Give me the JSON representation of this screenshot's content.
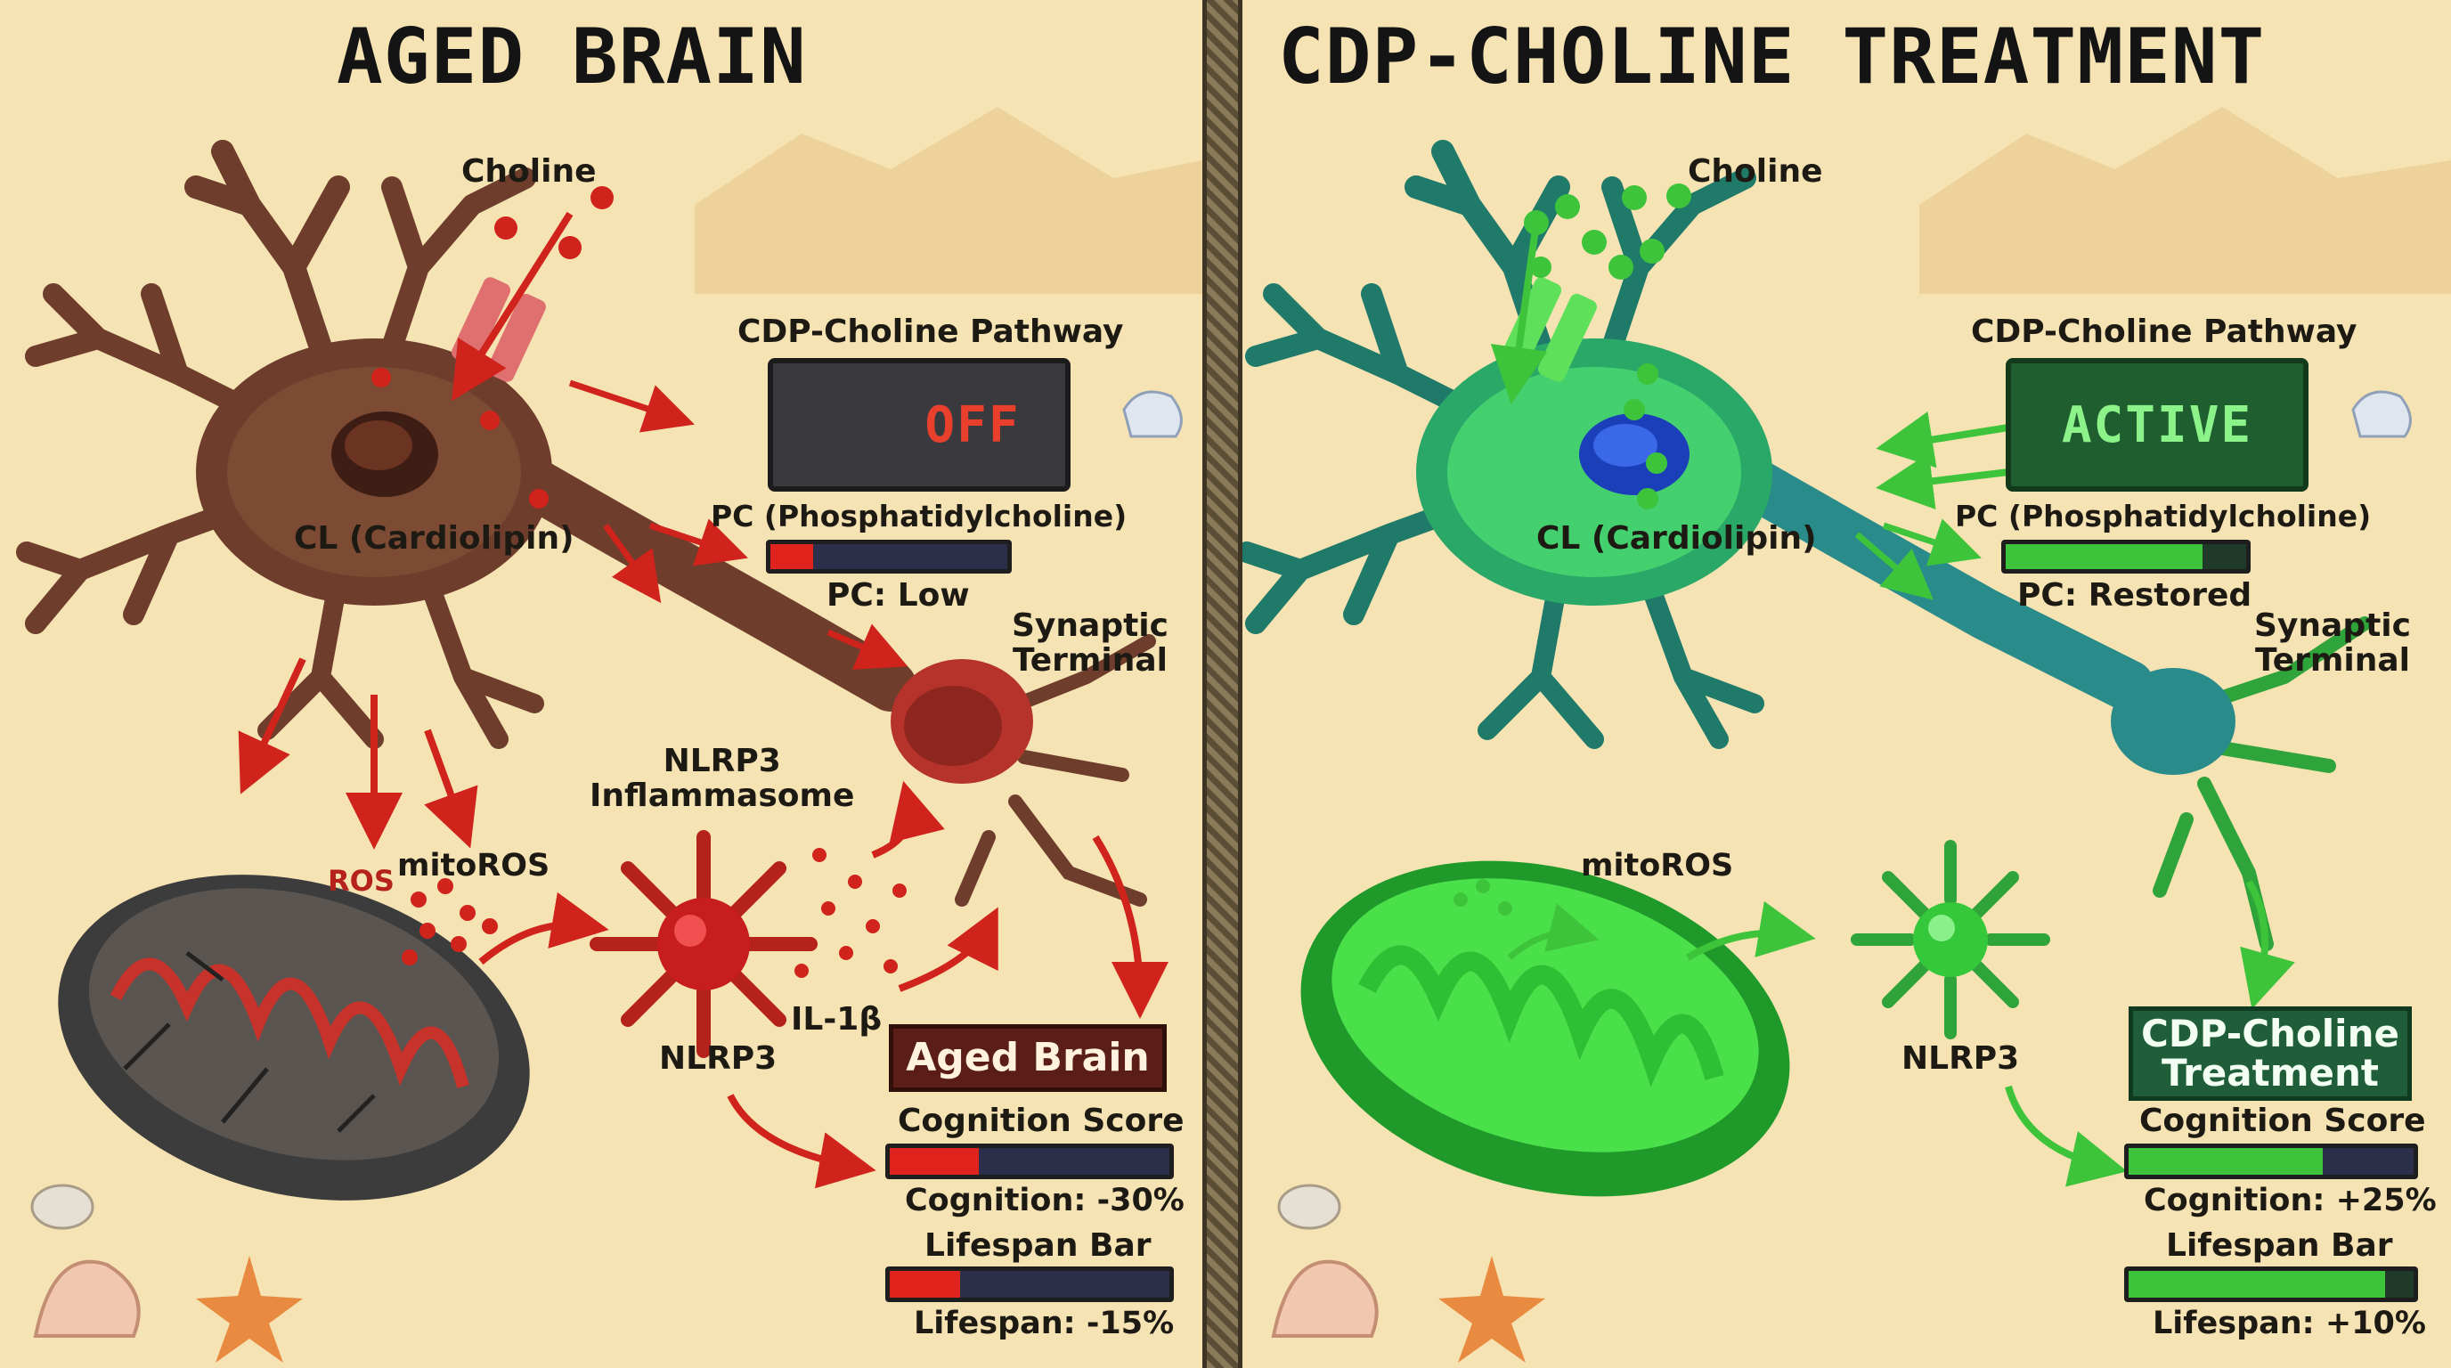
{
  "colors": {
    "background": "#f6e3b4",
    "aged_fill": "#e0231c",
    "treatment_fill": "#3ec43a",
    "off_text": "#e8402c",
    "active_text": "#8cf28a"
  },
  "left": {
    "title": "AGED BRAIN",
    "choline": "Choline",
    "pathway_label": "CDP-Choline Pathway",
    "pathway_status": "OFF",
    "pc_label": "PC (Phosphatidylcholine)",
    "pc_level": 0.18,
    "pc_status": "PC: Low",
    "cl_label": "CL (Cardiolipin)",
    "synaptic_terminal": "Synaptic\nTerminal",
    "nlrp3_inflammasome": "NLRP3\nInflammasome",
    "ros": "ROS",
    "mitoros": "mitoROS",
    "nlrp3": "NLRP3",
    "il1b": "IL-1β",
    "badge": "Aged Brain",
    "cognition_label": "Cognition Score",
    "cognition_level": 0.32,
    "cognition_value": "Cognition: -30%",
    "lifespan_label": "Lifespan Bar",
    "lifespan_level": 0.25,
    "lifespan_value": "Lifespan: -15%"
  },
  "right": {
    "title": "CDP-CHOLINE TREATMENT",
    "choline": "Choline",
    "pathway_label": "CDP-Choline Pathway",
    "pathway_status": "ACTIVE",
    "pc_label": "PC (Phosphatidylcholine)",
    "pc_level": 0.82,
    "pc_status": "PC: Restored",
    "cl_label": "CL (Cardiolipin)",
    "synaptic_terminal": "Synaptic\nTerminal",
    "mitoros": "mitoROS",
    "nlrp3": "NLRP3",
    "badge": "CDP-Choline\nTreatment",
    "cognition_label": "Cognition Score",
    "cognition_level": 0.68,
    "cognition_value": "Cognition: +25%",
    "lifespan_label": "Lifespan Bar",
    "lifespan_level": 0.9,
    "lifespan_value": "Lifespan: +10%"
  }
}
